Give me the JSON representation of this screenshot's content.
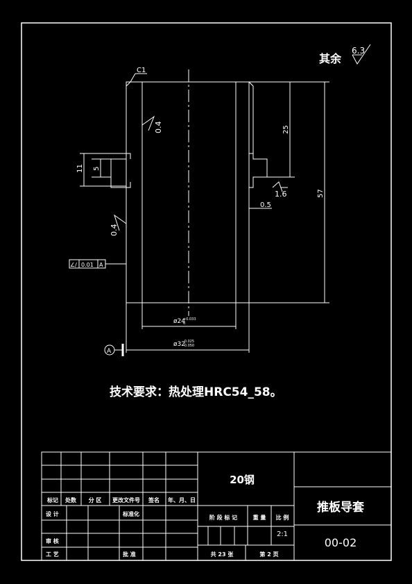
{
  "drawing": {
    "roughness_rest": "其余",
    "roughness_rest_value": "6.3",
    "chamfer": "C1",
    "roughness_inner": "0.4",
    "roughness_outer": "0.4",
    "roughness_groove": "1.6",
    "dim_groove_width": "11",
    "dim_groove_depth": "5",
    "dim_upper_length": "25",
    "dim_total_length": "57",
    "dim_groove_step": "0.5",
    "geo_tol_symbol": "∠/",
    "geo_tol_value": "0.01",
    "geo_tol_datum": "A",
    "datum_label": "A",
    "dim_inner_dia": "ø24",
    "dim_inner_tol_upper": "+0.033",
    "dim_inner_tol_lower": "0",
    "dim_outer_dia": "ø32",
    "dim_outer_tol_upper": "-0.025",
    "dim_outer_tol_lower": "-0.050"
  },
  "tech_req": "技术要求：热处理HRC54_58。",
  "title_block": {
    "material": "20钢",
    "part_name": "推板导套",
    "drawing_no": "00-02",
    "scale": "2:1",
    "row_labels": [
      "标记",
      "处数",
      "分 区",
      "更改文件号",
      "签名",
      "年、月、日"
    ],
    "design": "设 计",
    "standardize": "标准化",
    "review": "审 核",
    "process": "工 艺",
    "approve": "批 准",
    "stage_labels": [
      "阶 段 标 记",
      "重 量",
      "比 例"
    ],
    "sheet_total": "共 23 张",
    "sheet_no": "第 2 页"
  }
}
